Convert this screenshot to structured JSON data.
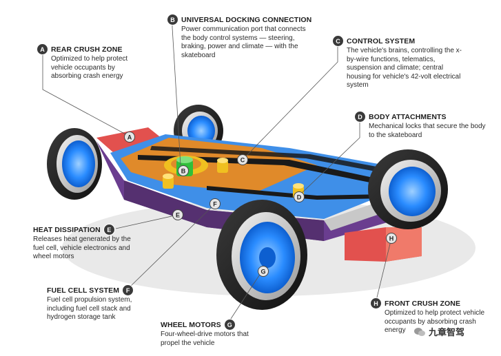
{
  "callouts": {
    "a": {
      "letter": "A",
      "title": "REAR CRUSH ZONE",
      "desc": "Optimized to help protect vehicle occupants by absorbing crash energy"
    },
    "b": {
      "letter": "B",
      "title": "UNIVERSAL DOCKING CONNECTION",
      "desc": "Power communication port that connects the body control systems — steering, braking, power and climate — with the skateboard"
    },
    "c": {
      "letter": "C",
      "title": "CONTROL SYSTEM",
      "desc": "The vehicle's brains, controlling the x-by-wire functions, telematics, suspension and climate; central housing for vehicle's 42-volt electrical system"
    },
    "d": {
      "letter": "D",
      "title": "BODY ATTACHMENTS",
      "desc": "Mechanical locks that secure the body to the skateboard"
    },
    "e": {
      "letter": "E",
      "title": "HEAT DISSIPATION",
      "desc": "Releases heat generated by the fuel cell, vehicle electronics and wheel motors"
    },
    "f": {
      "letter": "F",
      "title": "FUEL CELL SYSTEM",
      "desc": "Fuel cell propulsion system, including fuel cell stack and hydrogen storage tank"
    },
    "g": {
      "letter": "G",
      "title": "WHEEL MOTORS",
      "desc": "Four-wheel-drive motors that propel the vehicle"
    },
    "h": {
      "letter": "H",
      "title": "FRONT CRUSH ZONE",
      "desc": "Optimized to help protect vehicle occupants by absorbing crash energy"
    }
  },
  "watermark": {
    "text": "九章智驾"
  },
  "colors": {
    "orange": "#e08a2a",
    "blue": "#3f8fe8",
    "purple": "#6a3d8f",
    "red": "#e2514e",
    "yellow": "#f0c020",
    "green": "#2fbf3a",
    "wheel_blue": "#2a8cff"
  }
}
